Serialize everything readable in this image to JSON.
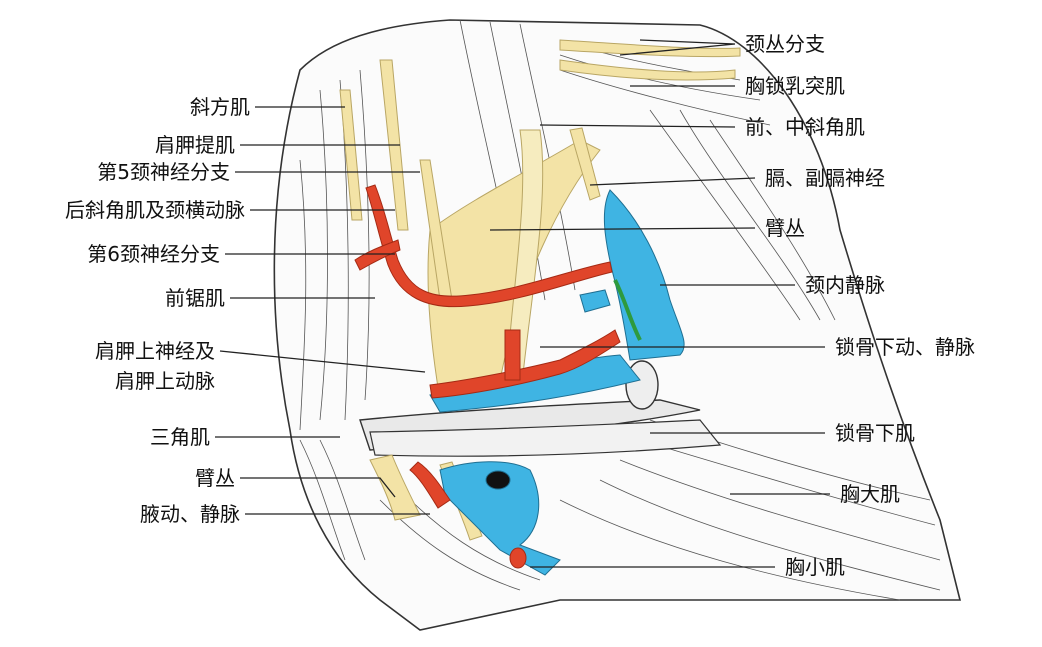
{
  "labels": {
    "cervical_plexus_branches": "颈丛分支",
    "sternocleidomastoid": "胸锁乳突肌",
    "anterior_middle_scalene": "前、中斜角肌",
    "phrenic_accessory_phrenic": "膈、副膈神经",
    "brachial_plexus_upper": "臂丛",
    "internal_jugular_vein": "颈内静脉",
    "subclavian_vessels": "锁骨下动、静脉",
    "subclavius": "锁骨下肌",
    "pectoralis_major": "胸大肌",
    "pectoralis_minor": "胸小肌",
    "trapezius": "斜方肌",
    "levator_scapulae": "肩胛提肌",
    "c5_branch": "第5颈神经分支",
    "posterior_scalene_transverse_cervical": "后斜角肌及颈横动脉",
    "c6_branch": "第6颈神经分支",
    "serratus_anterior": "前锯肌",
    "suprascapular_line1": "肩胛上神经及",
    "suprascapular_line2": "肩胛上动脉",
    "deltoid": "三角肌",
    "brachial_plexus_lower": "臂丛",
    "axillary_vessels": "腋动、静脉"
  },
  "colors": {
    "artery": "#e0452a",
    "vein": "#3fb4e3",
    "nerve": "#f3e3a6",
    "muscle_outline": "#444444",
    "green_vessel": "#2e9a3e",
    "label_text": "#111111"
  }
}
